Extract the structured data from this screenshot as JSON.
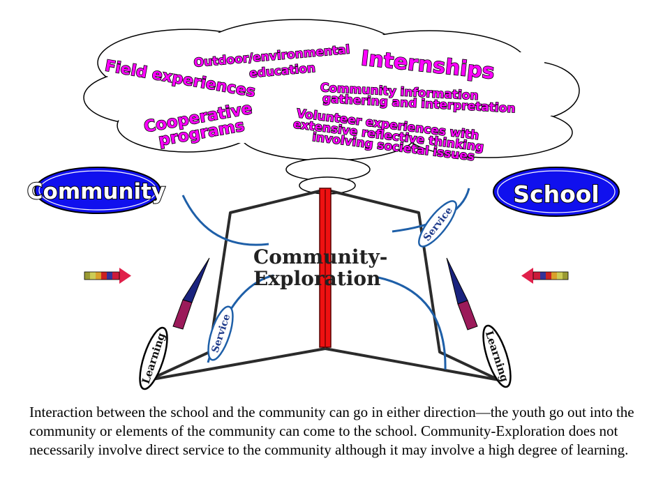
{
  "cloud_items": {
    "outdoor_line1": "Outdoor/environmental",
    "outdoor_line2": "education",
    "internships": "Internships",
    "field": "Field experiences",
    "community_info_line1": "Community information",
    "community_info_line2": "gathering and interpretation",
    "cooperative_line1": "Cooperative",
    "cooperative_line2": "programs",
    "volunteer_line1": "Volunteer experiences with",
    "volunteer_line2": "extensive reflective thinking",
    "volunteer_line3": "involving societal issues"
  },
  "left_oval_label": "Community",
  "right_oval_label": "School",
  "center_title_line1": "Community-",
  "center_title_line2": "Exploration",
  "service_label": "Service",
  "learning_label": "Learning",
  "caption": "Interaction between the school and the community can go in either direction—the youth go out into the community or elements of the community can come to the school.   Community-Exploration does not necessarily involve direct service to the community although it may involve a high degree of learning.",
  "colors": {
    "oval_fill": "#1010ee",
    "wordart_fill": "#ff00ff",
    "center_bar": "#ee1111",
    "curve_blue": "#1e5fa8",
    "pencil_body": "#9b1b5a",
    "pencil_tip": "#1a237e"
  }
}
